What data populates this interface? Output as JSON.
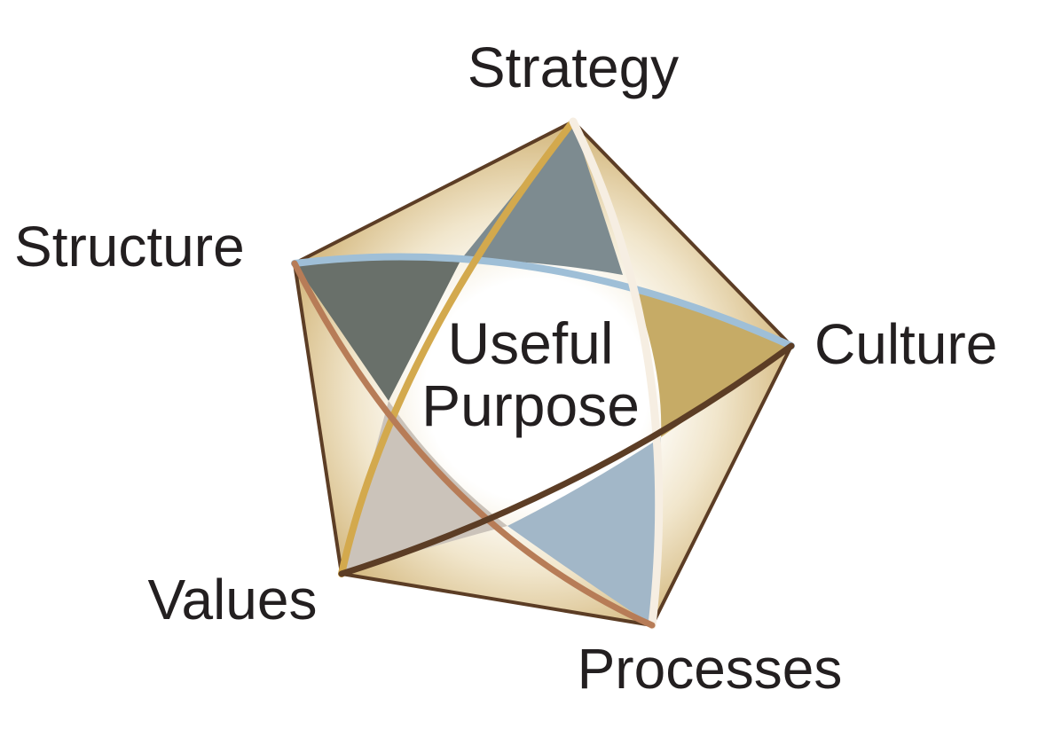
{
  "diagram": {
    "labels": {
      "strategy": "Strategy",
      "culture": "Culture",
      "processes": "Processes",
      "values": "Values",
      "structure": "Structure"
    },
    "center": {
      "line1": "Useful",
      "line2": "Purpose"
    }
  }
}
